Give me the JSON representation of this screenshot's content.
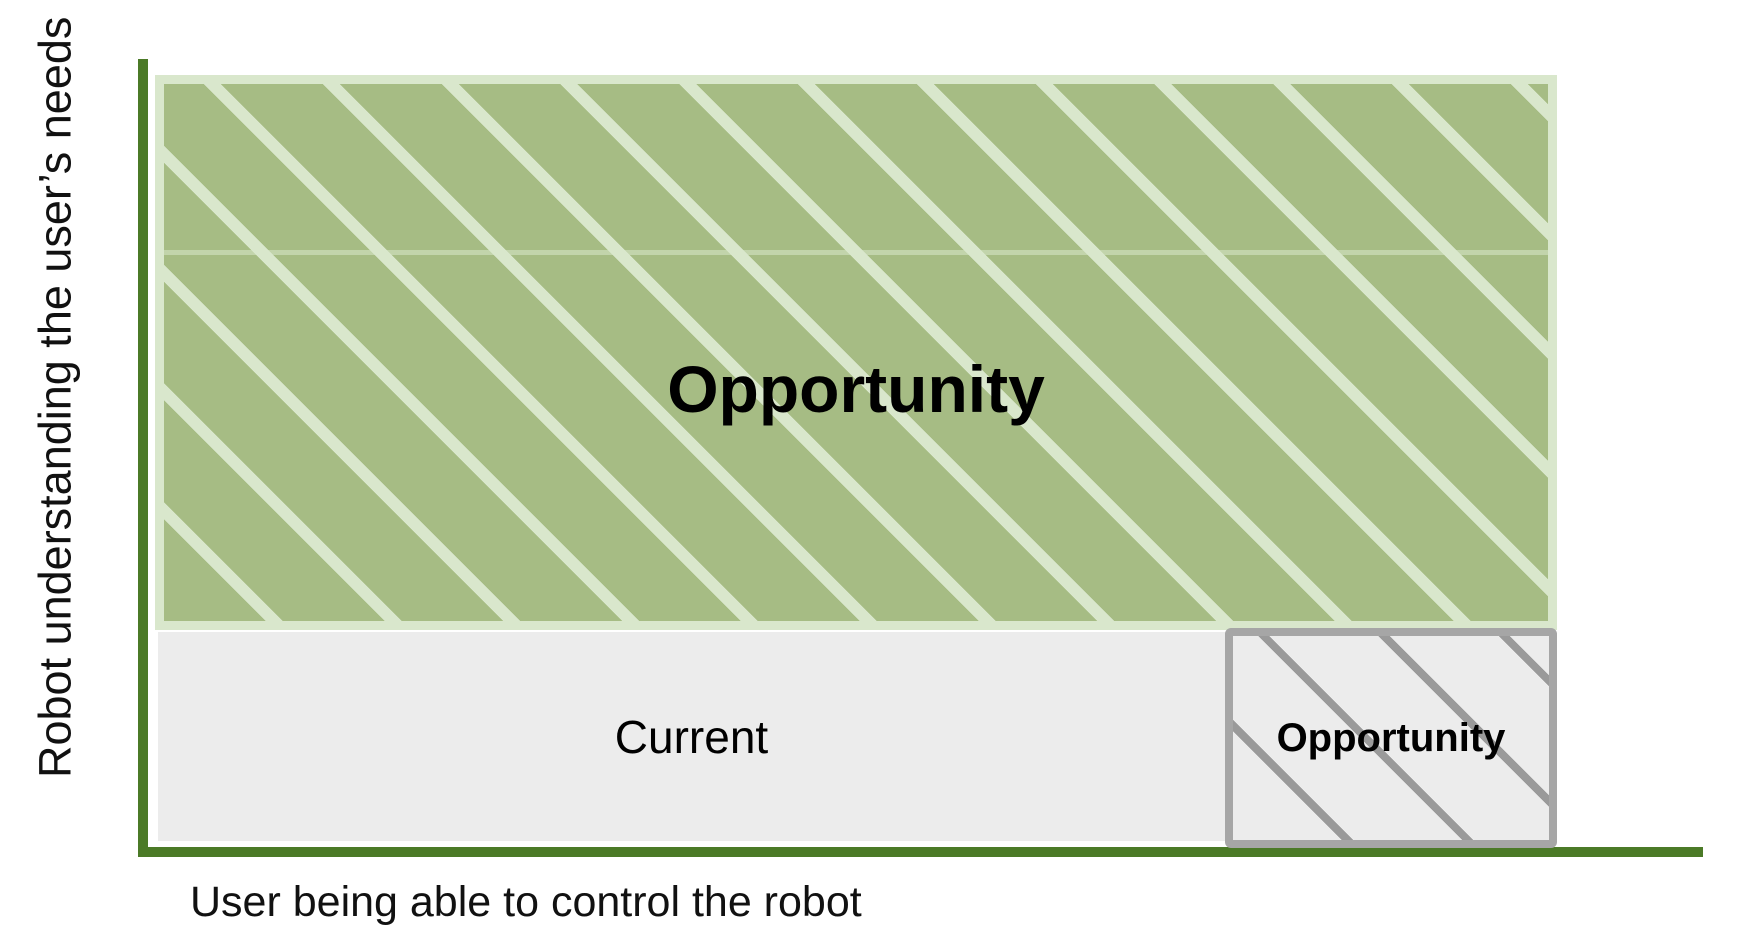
{
  "figure": {
    "y_axis_label": "Robot understanding the user’s needs",
    "x_axis_label": "User being able to control the robot",
    "regions": {
      "opportunity_main": {
        "label": "Opportunity",
        "style": "green hatched rectangle, diagonal light stripes"
      },
      "current": {
        "label": "Current",
        "style": "light gray band along the x-axis"
      },
      "opportunity_small": {
        "label": "Opportunity",
        "style": "gray-bordered hatched rectangle at bottom right"
      }
    }
  },
  "colors": {
    "axis_green": "#4b7a27",
    "green_fill": "#a6bc84",
    "green_stripe": "#d9e7cc",
    "gray_fill": "#ececec",
    "gray_stripe": "#9a9a9a",
    "gray_border": "#a6a6a6",
    "text": "#111111"
  }
}
